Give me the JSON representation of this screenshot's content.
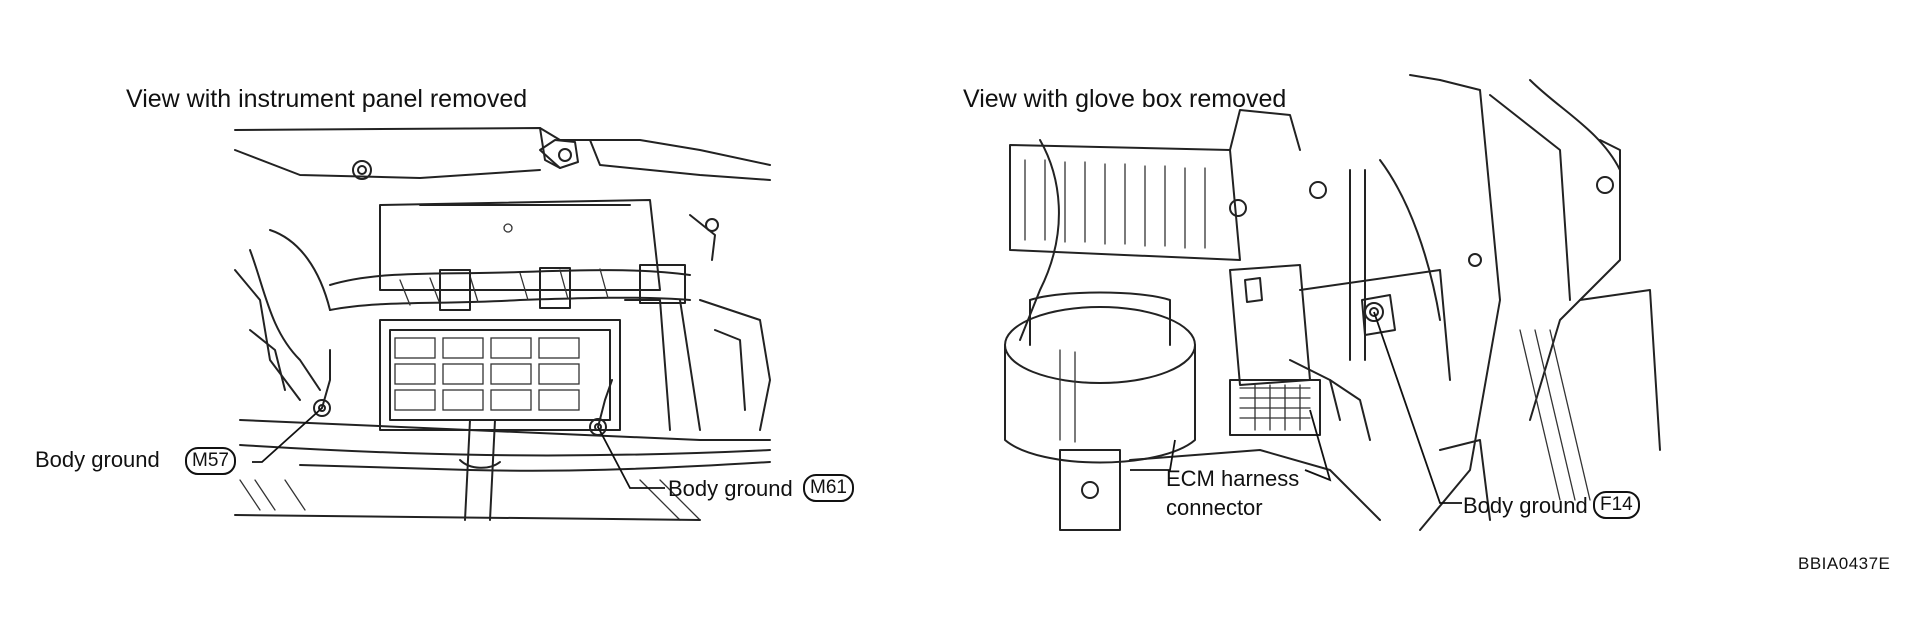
{
  "left_view": {
    "title": "View with instrument panel removed",
    "callouts": [
      {
        "label": "Body ground",
        "code": "M57"
      },
      {
        "label": "Body ground",
        "code": "M61"
      }
    ]
  },
  "right_view": {
    "title": "View with glove box removed",
    "ecm_label_line1": "ECM harness",
    "ecm_label_line2": "connector",
    "callouts": [
      {
        "label": "Body ground",
        "code": "F14"
      }
    ]
  },
  "figure_id": "BBIA0437E"
}
